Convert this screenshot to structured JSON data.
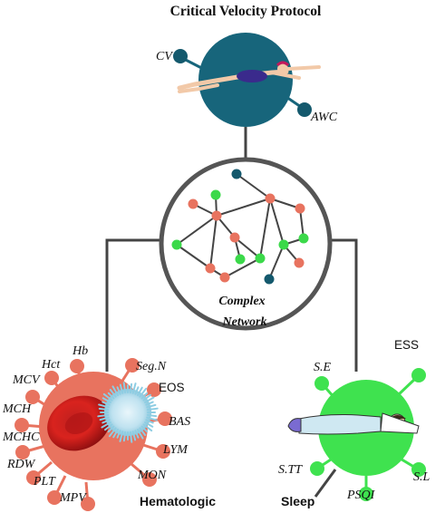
{
  "title": "Critical Velocity Protocol",
  "protocol": {
    "labels": [
      "CV",
      "AWC"
    ],
    "color": "#17657b",
    "node_color": "#14596d"
  },
  "network": {
    "label_line1": "Complex",
    "label_line2": "Network",
    "colors": {
      "red": "#e8735f",
      "green": "#3bd94a",
      "blue": "#14596d",
      "edge": "#444444",
      "ring": "#555555"
    }
  },
  "hematologic": {
    "label": "Hematologic",
    "color": "#e8735f",
    "params": [
      "Hb",
      "Hct",
      "MCV",
      "MCH",
      "MCHC",
      "RDW",
      "PLT",
      "MPV",
      "Seg.N",
      "EOS",
      "BAS",
      "LYM",
      "MON"
    ]
  },
  "sleep": {
    "label": "Sleep",
    "color": "#3fe24f",
    "params": [
      "S.E",
      "S.TT",
      "PSQI",
      "S.L"
    ],
    "extra_label": "ESS"
  },
  "icons": [
    "swimmer-icon",
    "red-blood-cell-icon",
    "white-blood-cell-icon",
    "sleeping-person-icon"
  ]
}
